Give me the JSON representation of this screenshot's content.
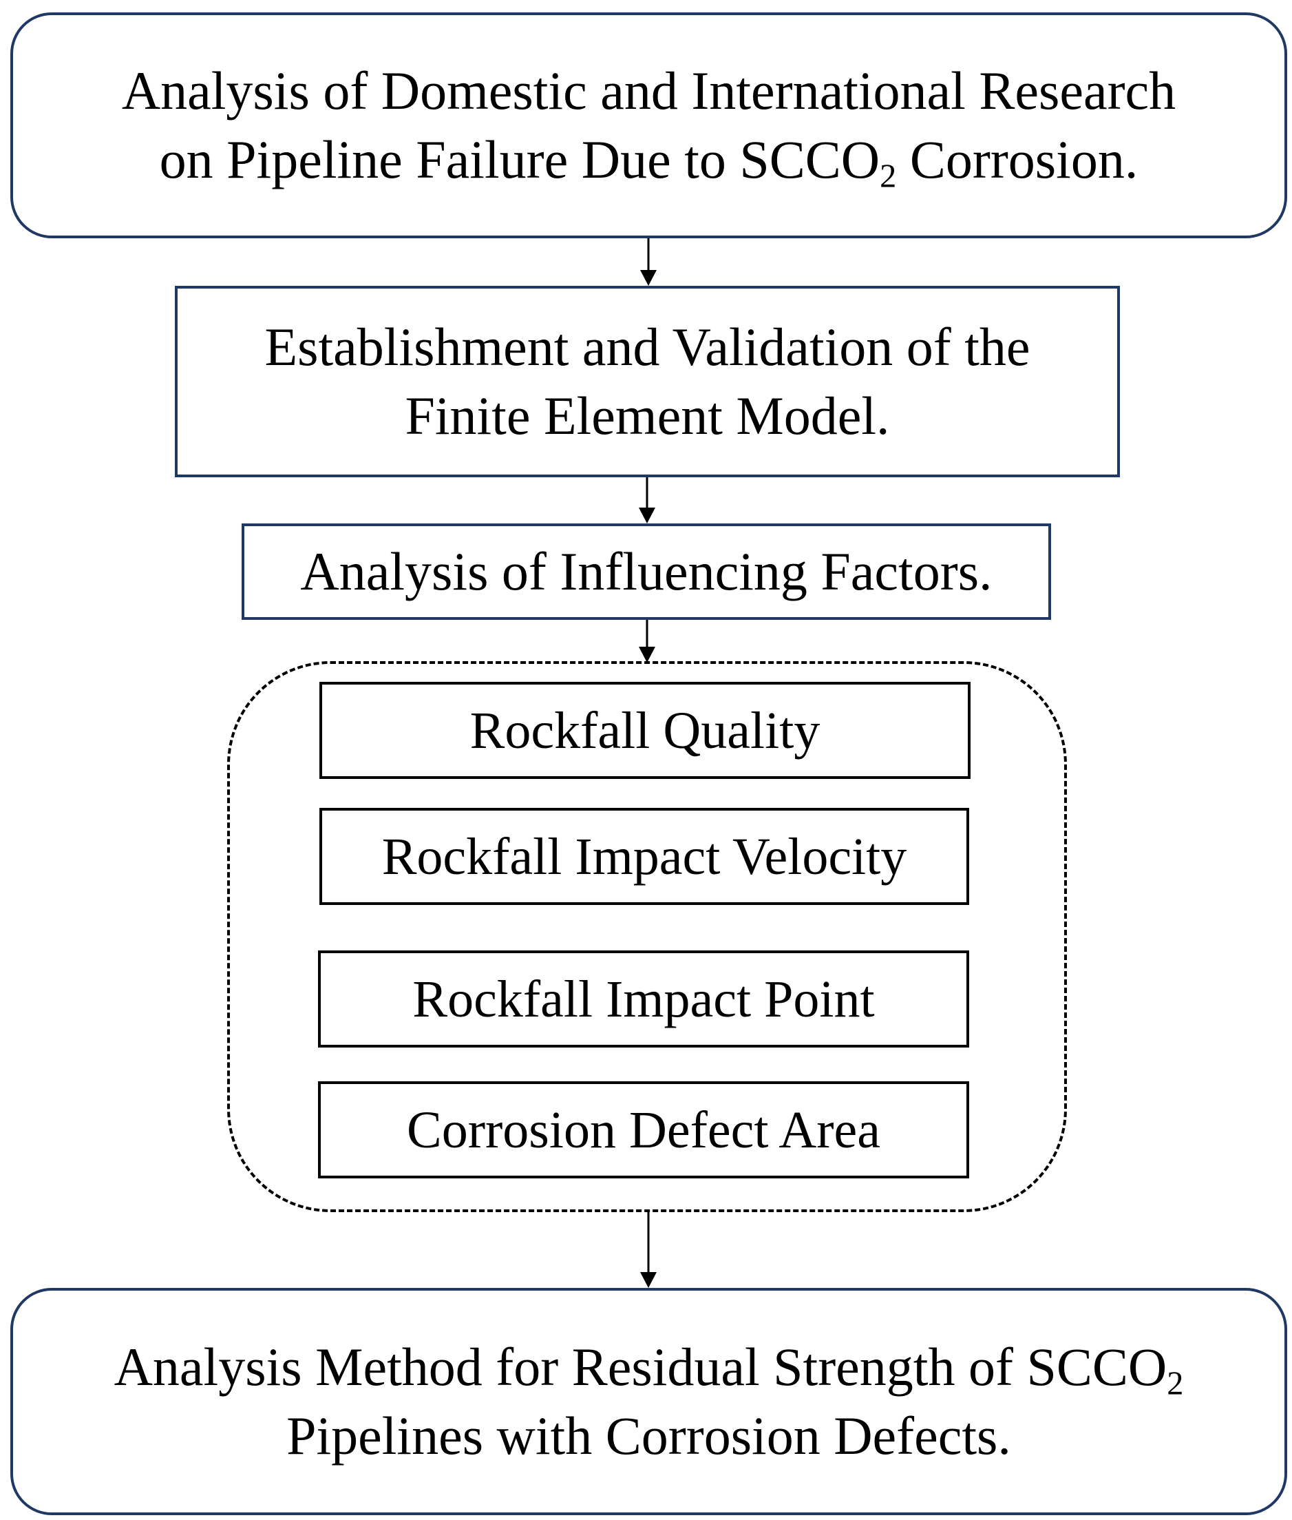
{
  "steps": {
    "research": {
      "line1": "Analysis of Domestic and International Research",
      "line2_pre": "on Pipeline Failure Due to SCCO",
      "line2_sub": "2",
      "line2_post": " Corrosion."
    },
    "model": {
      "line1": "Establishment and Validation of the",
      "line2": "Finite Element Model."
    },
    "factors": {
      "label": "Analysis of Influencing Factors."
    },
    "factor_items": [
      "Rockfall Quality",
      "Rockfall Impact Velocity",
      "Rockfall Impact Point",
      "Corrosion Defect Area"
    ],
    "method": {
      "line1_pre": "Analysis Method for Residual Strength of  SCCO",
      "line1_sub": "2",
      "line2": "Pipelines with Corrosion Defects."
    }
  },
  "colors": {
    "box_border_blue": "#1f3864",
    "box_border_black": "#000000",
    "arrow": "#000000"
  }
}
